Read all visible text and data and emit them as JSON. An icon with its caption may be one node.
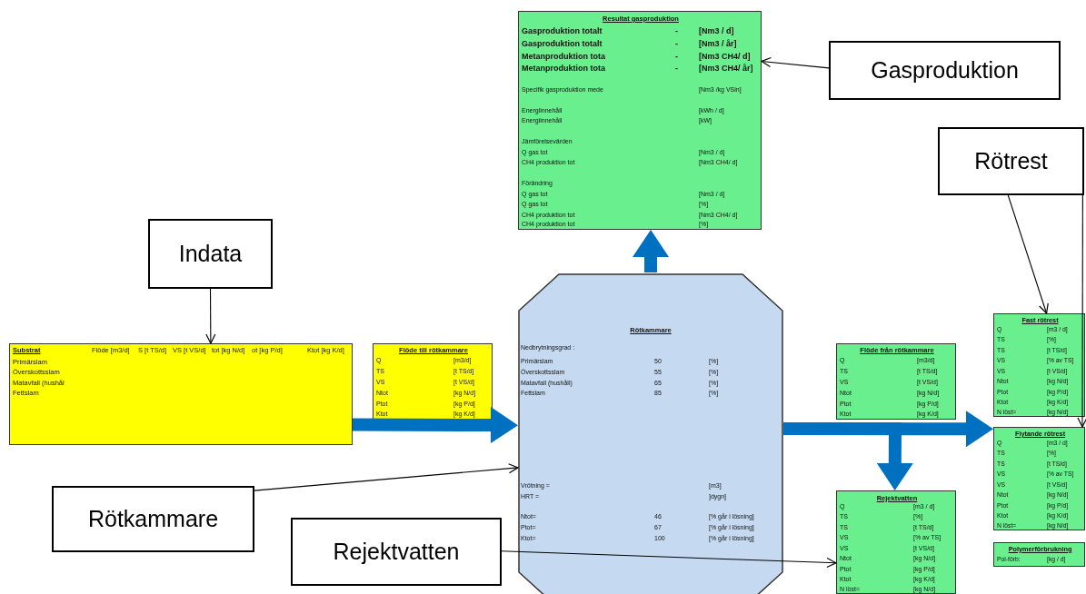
{
  "diagram": {
    "nodes": [
      {
        "text": [
          "Resultat gasproduktion",
          "Gasproduktion totalt",
          "-",
          "[Nm3 / d]",
          "Gasproduktion totalt",
          "-",
          "[Nm3 / år]",
          "Metanproduktion tota",
          "-",
          "[Nm3 CH4/ d]",
          "Metanproduktion tota",
          "-",
          "[Nm3 CH4/ år]",
          "Specifik gasproduktion mede",
          "[Nm3 /kg VSin]",
          "Energiinnehåll",
          "[kWh / d]",
          "Energiinnehåll",
          "[kW]",
          "Jämförelsevärden",
          "Q gas tot",
          "[Nm3 / d]",
          "CH4 produktion tot",
          "[Nm3 CH4/ d]",
          "Förändring",
          "Q gas tot",
          "[Nm3 / d]",
          "Q gas tot",
          "[%]",
          "CH4 produktion tot",
          "[Nm3 CH4/ d]",
          "CH4 produktion tot",
          "[%]"
        ]
      },
      {
        "text": [
          "Gasproduktion"
        ]
      },
      {
        "text": [
          "Rötrest"
        ]
      },
      {
        "text": [
          "Indata"
        ]
      },
      {
        "text": [
          "Substrat",
          "Flöde [m3/d]",
          "S [t TS/d]",
          "VS [t VS/d]",
          "tot [kg N/d]",
          "ot [kg P/d]",
          "Ktot [kg K/d]",
          "Primärslam",
          "Överskottsslam",
          "Matavfall (hushål",
          "Fettslam"
        ]
      },
      {
        "text": [
          "Flöde till rötkammare",
          "Q",
          "[m3/d]",
          "TS",
          "[t TS/d]",
          "VS",
          "[t VS/d]",
          "Ntot",
          "[kg N/d]",
          "Ptot",
          "[kg P/d]",
          "Ktot",
          "[kg K/d]"
        ]
      },
      {
        "text": [
          "Rötkammare",
          "Nedbrytningsgrad :",
          "Primärslam",
          "50",
          "[%]",
          "Överskottsslam",
          "55",
          "[%]",
          "Matavfall (hushåll)",
          "65",
          "[%]",
          "Fettslam",
          "85",
          "[%]",
          "Vrötning =",
          "[m3]",
          "HRT =",
          "]dygn]",
          "Ntot=",
          "46",
          "[% går i lösning]",
          "Ptot=",
          "67",
          "[% går i lösning]",
          "Ktot=",
          "100",
          "[% går i lösning]"
        ]
      },
      {
        "text": [
          "Flöde från rötkammare",
          "Q",
          "[m3/d]",
          "TS",
          "[t TS/d]",
          "VS",
          "[t VS/d]",
          "Ntot",
          "[kg N/d]",
          "Ptot",
          "[kg P/d]",
          "Ktot",
          "[kg K/d]"
        ]
      },
      {
        "text": [
          "Rejektvatten",
          "Q",
          "[m3 / d]",
          "TS",
          "[%]",
          "TS",
          "[t TS/d]",
          "VS",
          "[% av TS]",
          "VS",
          "[t VS/d]",
          "Ntot",
          "[kg N/d]",
          "Ptot",
          "[kg P/d]",
          "Ktot",
          "[kg K/d]",
          "N löst=",
          "[kg N/d]"
        ]
      },
      {
        "text": [
          "Fast rötrest",
          "Q",
          "[m3 / d]",
          "TS",
          "[%]",
          "TS",
          "[t TS/d]",
          "VS",
          "[% av TS]",
          "VS",
          "[t VS/d]",
          "Ntot",
          "[kg N/d]",
          "Ptot",
          "[kg P/d]",
          "Ktot",
          "[kg K/d]",
          "N löst=",
          "[kg N/d]"
        ]
      },
      {
        "text": [
          "Flytande rötrest",
          "Q",
          "[m3 / d]",
          "TS",
          "[%]",
          "TS",
          "[t TS/d]",
          "VS",
          "[% av TS]",
          "VS",
          "[t VS/d]",
          "Ntot",
          "[kg N/d]",
          "Ptot",
          "[kg P/d]",
          "Ktot",
          "[kg K/d]",
          "N löst=",
          "[kg N/d]"
        ]
      },
      {
        "text": [
          "Polymerförbrukning",
          "Pol-förb:",
          "[kg / d]"
        ]
      },
      {
        "text": [
          "Rötkammare"
        ]
      },
      {
        "text": [
          "Rejektvatten"
        ]
      }
    ],
    "edges": [
      {
        "from": 1,
        "to": 0,
        "arrow": "to"
      },
      {
        "from": 2,
        "to": 9,
        "arrow": "to"
      },
      {
        "from": 2,
        "to": 10,
        "arrow": "to"
      },
      {
        "from": 3,
        "to": 4,
        "arrow": "to"
      },
      {
        "from": 12,
        "to": 6,
        "arrow": "to"
      },
      {
        "from": 13,
        "to": 8,
        "arrow": "to"
      },
      {
        "from": 4,
        "to": 6,
        "arrow": "to",
        "style": "thick",
        "color": "#0070c0"
      },
      {
        "from": 6,
        "to": 0,
        "arrow": "to",
        "style": "thick",
        "color": "#0070c0"
      },
      {
        "from": 6,
        "to": 10,
        "arrow": "to",
        "style": "thick",
        "color": "#0070c0"
      },
      {
        "from": 6,
        "to": 8,
        "arrow": "to",
        "style": "thick",
        "color": "#0070c0"
      }
    ]
  }
}
